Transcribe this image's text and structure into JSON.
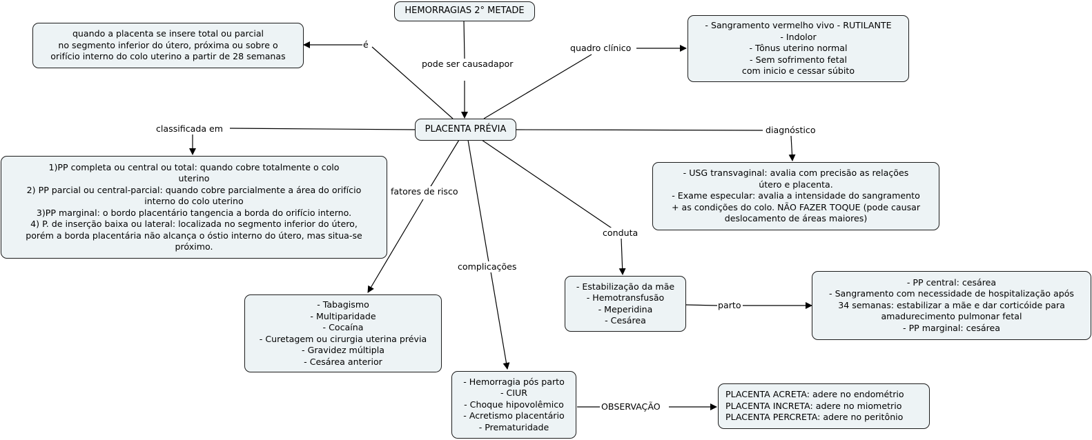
{
  "nodes": {
    "root": {
      "lines": [
        "HEMORRAGIAS 2° METADE"
      ]
    },
    "placenta_previa": {
      "lines": [
        "PLACENTA PRÉVIA"
      ]
    },
    "definicao": {
      "lines": [
        "quando a placenta se insere total ou parcial",
        "no segmento inferior do útero, próxima ou sobre o",
        "orifício interno do colo uterino a partir de 28 semanas"
      ]
    },
    "quadro_clinico": {
      "lines": [
        "- Sangramento vermelho vivo - RUTILANTE",
        "- Indolor",
        "- Tônus uterino normal",
        "- Sem sofrimento fetal",
        "com inicio e cessar súbito"
      ]
    },
    "classificacao": {
      "lines": [
        "1)PP completa ou central ou total: quando cobre totalmente o colo",
        "uterino",
        "2) PP parcial ou central-parcial: quando cobre parcialmente a área do orifício",
        "interno do colo uterino",
        "3)PP marginal: o bordo placentário tangencia a borda do orifício interno.",
        "4) P. de inserção baixa ou lateral: localizada no segmento inferior do útero,",
        "porém a borda placentária não alcança o óstio interno do útero, mas situa-se",
        "próximo."
      ]
    },
    "diagnostico": {
      "lines": [
        "- USG transvaginal: avalia com precisão as relações",
        "útero e placenta.",
        "- Exame especular: avalia a intensidade do sangramento",
        "+ as condições do colo. NÃO FAZER TOQUE (pode causar",
        "deslocamento de áreas maiores)"
      ]
    },
    "fatores_risco": {
      "lines": [
        "- Tabagismo",
        "- Multiparidade",
        "- Cocaína",
        "- Curetagem ou cirurgia uterina prévia",
        "- Gravidez múltipla",
        "- Cesárea anterior"
      ]
    },
    "conduta": {
      "lines": [
        "- Estabilização da mãe",
        "- Hemotransfusão",
        "- Meperidina",
        "- Cesárea"
      ]
    },
    "parto": {
      "lines": [
        "- PP central: cesárea",
        "- Sangramento com necessidade de hospitalização após",
        "34 semanas: estabilizar a mãe e dar corticóide para",
        "amadurecimento pulmonar fetal",
        "- PP marginal: cesárea"
      ]
    },
    "complicacoes": {
      "lines": [
        "- Hemorragia pós parto",
        "- CIUR",
        "- Choque hipovolêmico",
        "- Acretismo placentário",
        "- Prematuridade"
      ]
    },
    "observacao": {
      "lines": [
        "PLACENTA ACRETA: adere no endométrio",
        "PLACENTA INCRETA: adere no miometrio",
        "PLACENTA PERCRETA: adere no peritônio"
      ]
    }
  },
  "links": {
    "pode_ser_causada_por": {
      "lines": [
        "pode ser causada",
        "por"
      ]
    },
    "e": {
      "lines": [
        "é"
      ]
    },
    "quadro_clinico": {
      "lines": [
        "quadro clínico"
      ]
    },
    "classificada_em": {
      "lines": [
        "classificada em"
      ]
    },
    "diagnostico": {
      "lines": [
        "diagnóstico"
      ]
    },
    "fatores_de_risco": {
      "lines": [
        "fatores de risco"
      ]
    },
    "complicacoes": {
      "lines": [
        "complicações"
      ]
    },
    "conduta": {
      "lines": [
        "conduta"
      ]
    },
    "parto": {
      "lines": [
        "parto"
      ]
    },
    "observacao": {
      "lines": [
        "OBSERVAÇÃO"
      ]
    }
  }
}
